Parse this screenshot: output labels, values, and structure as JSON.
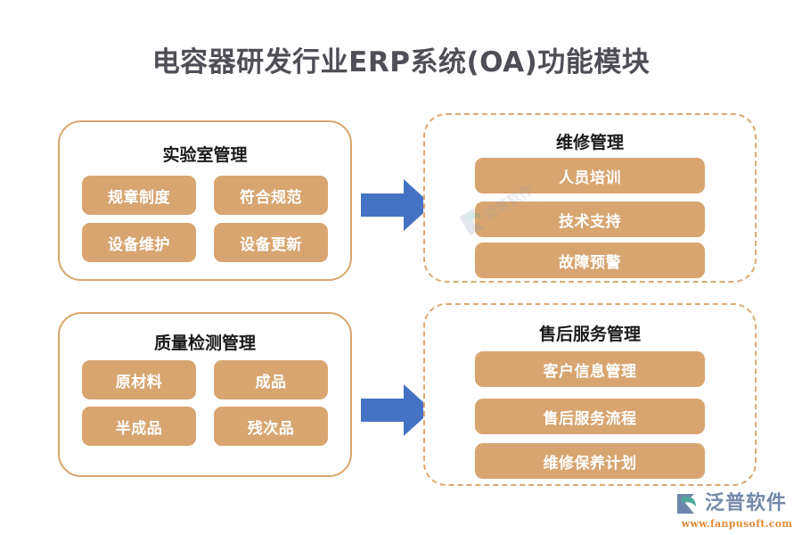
{
  "page": {
    "title": "电容器研发行业ERP系统(OA)功能模块",
    "background": "#ffffff",
    "title_color": "#4e4e57"
  },
  "colors": {
    "chip_bg": "#d8a570",
    "chip_text": "#ffffff",
    "box_border_solid": "#d9a66d",
    "box_border_dashed": "#dea873",
    "arrow": "#4472c4",
    "brand_text": "#7389ab",
    "brand_url": "#e08a36",
    "logo_swoosh": "#4fa59b"
  },
  "diagram": {
    "type": "flow-modules",
    "modules": [
      {
        "id": "lab-management",
        "title": "实验室管理",
        "border_style": "solid",
        "layout": "grid-2col",
        "items": [
          "规章制度",
          "符合规范",
          "设备维护",
          "设备更新"
        ]
      },
      {
        "id": "repair-management",
        "title": "维修管理",
        "border_style": "dashed",
        "layout": "stacked",
        "items": [
          "人员培训",
          "技术支持",
          "故障预警"
        ]
      },
      {
        "id": "quality-inspection-management",
        "title": "质量检测管理",
        "border_style": "solid",
        "layout": "grid-2col",
        "items": [
          "原材料",
          "成品",
          "半成品",
          "残次品"
        ]
      },
      {
        "id": "after-sales-service-management",
        "title": "售后服务管理",
        "border_style": "dashed",
        "layout": "stacked",
        "items": [
          "客户信息管理",
          "售后服务流程",
          "维修保养计划"
        ]
      }
    ],
    "connections": [
      {
        "from": "lab-management",
        "to": "repair-management",
        "icon": "right-arrow-icon"
      },
      {
        "from": "quality-inspection-management",
        "to": "after-sales-service-management",
        "icon": "right-arrow-icon"
      }
    ]
  },
  "brand": {
    "name": "泛普软件",
    "url": "www.fanpusoft.com"
  }
}
